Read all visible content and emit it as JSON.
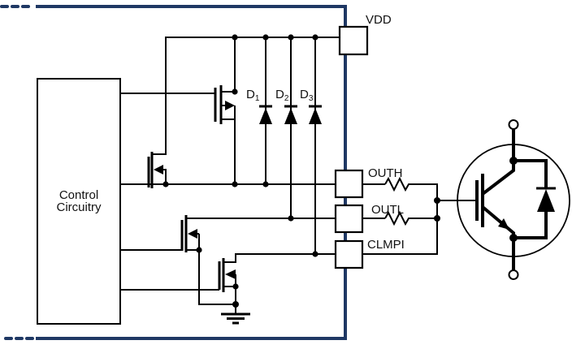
{
  "diagram": {
    "control_block": {
      "label_line1": "Control",
      "label_line2": "Circuitry"
    },
    "pins": [
      {
        "id": "vdd",
        "label": "VDD"
      },
      {
        "id": "outh",
        "label": "OUTH"
      },
      {
        "id": "outl",
        "label": "OUTL"
      },
      {
        "id": "clmpi",
        "label": "CLMPI"
      }
    ],
    "diodes": [
      {
        "name": "D",
        "sub": "1"
      },
      {
        "name": "D",
        "sub": "2"
      },
      {
        "name": "D",
        "sub": "3"
      }
    ],
    "colors": {
      "ic_boundary": "#1f3864",
      "wire": "#000000",
      "background": "#ffffff"
    }
  }
}
